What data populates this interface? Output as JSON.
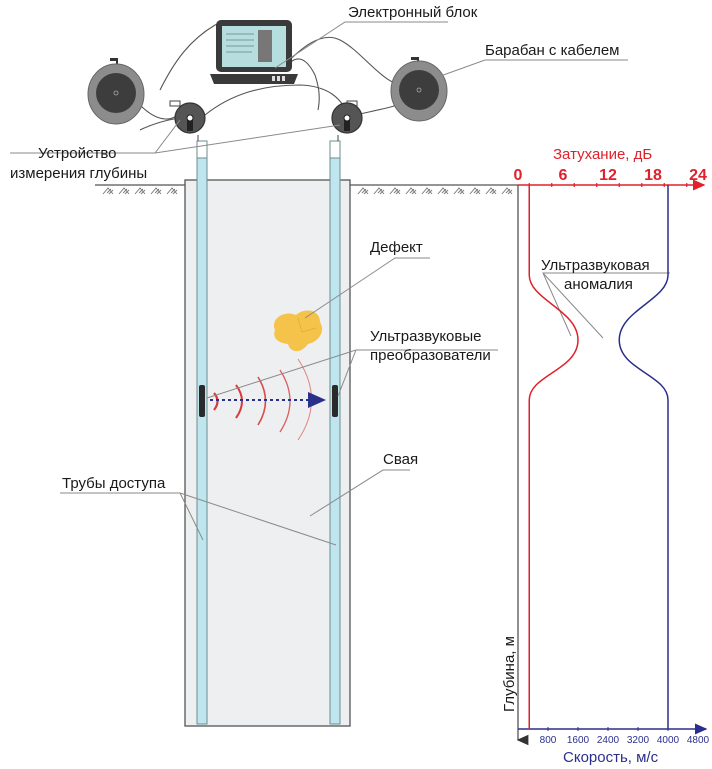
{
  "labels": {
    "electronic_unit": "Электронный блок",
    "cable_drum": "Барабан с кабелем",
    "depth_device_line1": "Устройство",
    "depth_device_line2": "измерения глубины",
    "defect": "Дефект",
    "transducers_line1": "Ультразвуковые",
    "transducers_line2": "преобразователи",
    "pile": "Свая",
    "access_tubes": "Трубы доступа",
    "anomaly_line1": "Ультразвуковая",
    "anomaly_line2": "аномалия"
  },
  "colors": {
    "attenuation": "#e0202a",
    "velocity": "#2b2f8c",
    "tube": "#bfe6ee",
    "pile": "#eeeff0",
    "defect": "#f5c34a",
    "drum_outer": "#8c8c8c",
    "drum_inner": "#3d3d3d"
  },
  "chart_data": {
    "type": "line",
    "title": "",
    "x_axis_top": {
      "label": "Затухание, дБ",
      "ticks": [
        "0",
        "6",
        "12",
        "18",
        "24"
      ],
      "range": [
        0,
        24
      ]
    },
    "x_axis_bottom": {
      "label": "Скорость, м/с",
      "ticks": [
        "800",
        "1600",
        "2400",
        "3200",
        "4000",
        "4800"
      ],
      "range": [
        0,
        4800
      ]
    },
    "y_axis": {
      "label": "Глубина, м",
      "direction": "down"
    },
    "series": [
      {
        "name": "Затухание",
        "axis": "top",
        "baseline": 1.5,
        "anomaly_peak": 8,
        "anomaly_depth_fraction": 0.28
      },
      {
        "name": "Скорость",
        "axis": "bottom",
        "baseline": 4000,
        "anomaly_min": 2700,
        "anomaly_depth_fraction": 0.28
      }
    ],
    "annotation": "Ультразвуковая аномалия"
  }
}
